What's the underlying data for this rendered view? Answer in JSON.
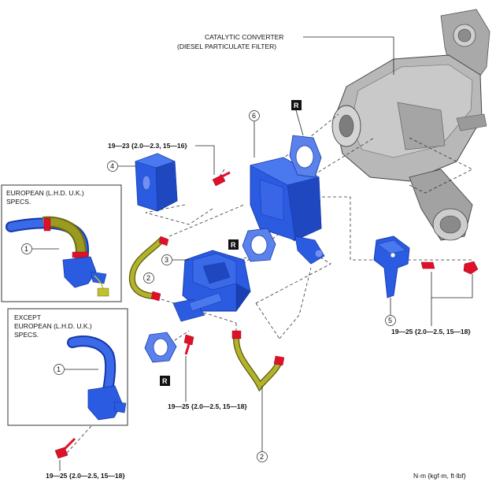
{
  "labels": {
    "catalytic_converter_line1": "CATALYTIC CONVERTER",
    "catalytic_converter_line2": "(DIESEL PARTICULATE FILTER)",
    "european_line1": "EUROPEAN (L.H.D. U.K.)",
    "european_line2": "SPECS.",
    "except_line1": "EXCEPT",
    "except_line2": "EUROPEAN (L.H.D. U.K.)",
    "except_line3": "SPECS.",
    "units": "N·m {kgf·m, ft·lbf}"
  },
  "torques": {
    "t_top": "19—23 {2.0—2.3, 15—16}",
    "t_right": "19—25 {2.0—2.5, 15—18}",
    "t_mid": "19—25 {2.0—2.5, 15—18}",
    "t_bottom_left": "19—25 {2.0—2.5, 15—18}"
  },
  "callouts": {
    "c1": "1",
    "c2": "2",
    "c3": "3",
    "c4": "4",
    "c5": "5",
    "c6": "6",
    "r": "R"
  },
  "colors": {
    "part_blue": "#2a5be0",
    "part_blue_dark": "#1538a8",
    "hose_olive": "#8a8a1a",
    "bolt_red": "#e0102a",
    "converter_gray": "#b5b5b5"
  }
}
